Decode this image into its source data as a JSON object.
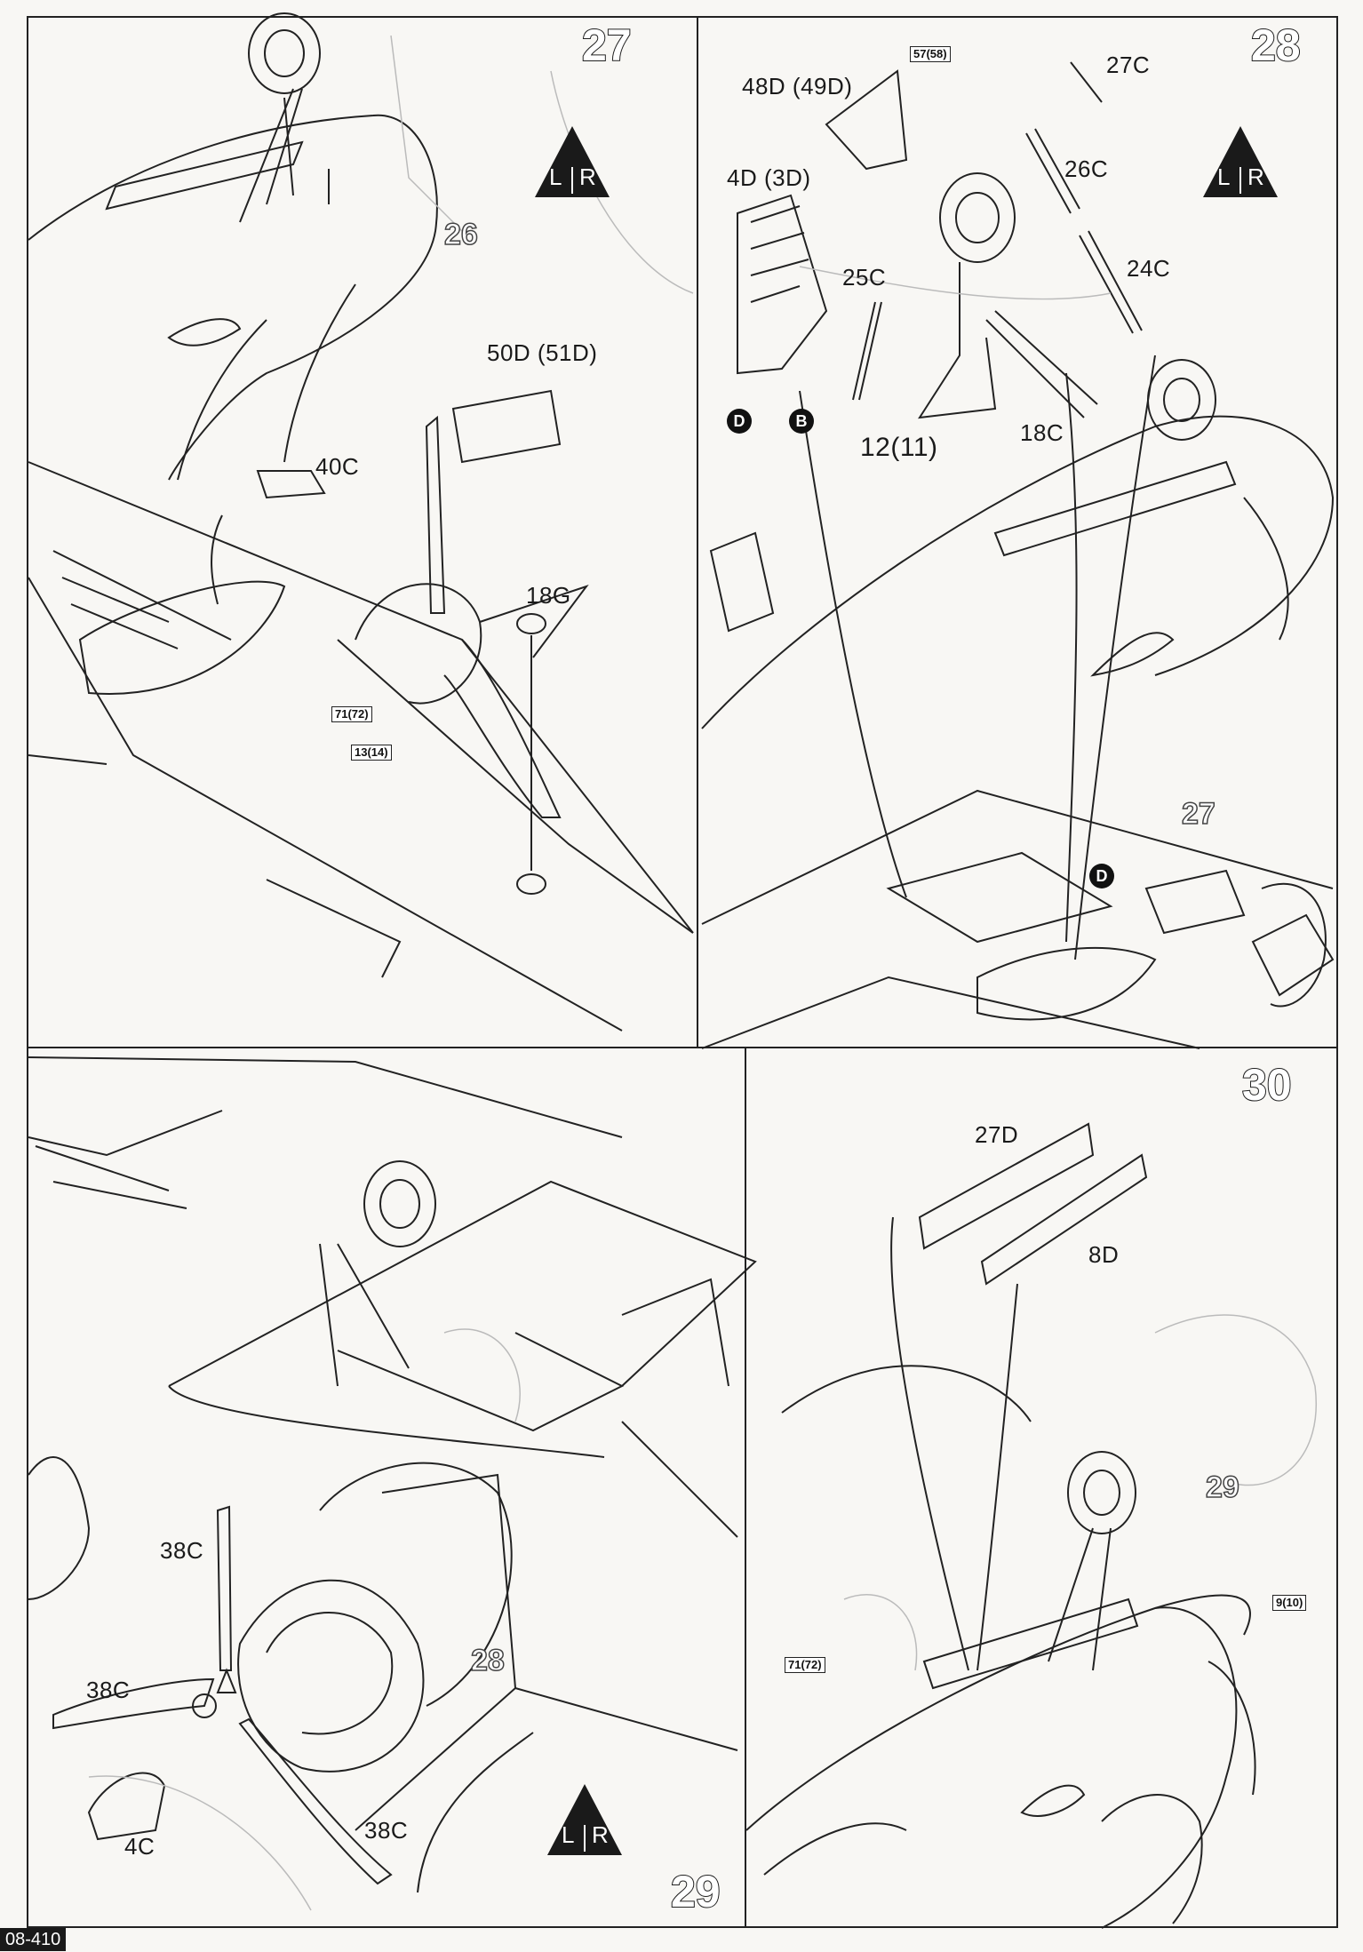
{
  "page_code": "08-410",
  "steps": [
    {
      "number": "27",
      "side_badge": {
        "left": "L",
        "right": "R"
      },
      "ghost_ref": "26",
      "parts": [
        "50D (51D)",
        "40C",
        "18G"
      ],
      "box_refs": [
        "71(72)",
        "13(14)"
      ]
    },
    {
      "number": "28",
      "side_badge": {
        "left": "L",
        "right": "R"
      },
      "ghost_ref": "27",
      "parts": [
        "48D (49D)",
        "27C",
        "26C",
        "4D (3D)",
        "25C",
        "24C",
        "12(11)",
        "18C"
      ],
      "box_refs": [
        "57(58)"
      ],
      "circle_refs": [
        "D",
        "B",
        "D"
      ]
    },
    {
      "number": "29",
      "side_badge": {
        "left": "L",
        "right": "R"
      },
      "ghost_ref": "28",
      "parts": [
        "38C",
        "38C",
        "38C",
        "4C"
      ]
    },
    {
      "number": "30",
      "ghost_ref": "29",
      "parts": [
        "27D",
        "8D"
      ],
      "box_refs": [
        "9(10)",
        "71(72)"
      ]
    }
  ]
}
